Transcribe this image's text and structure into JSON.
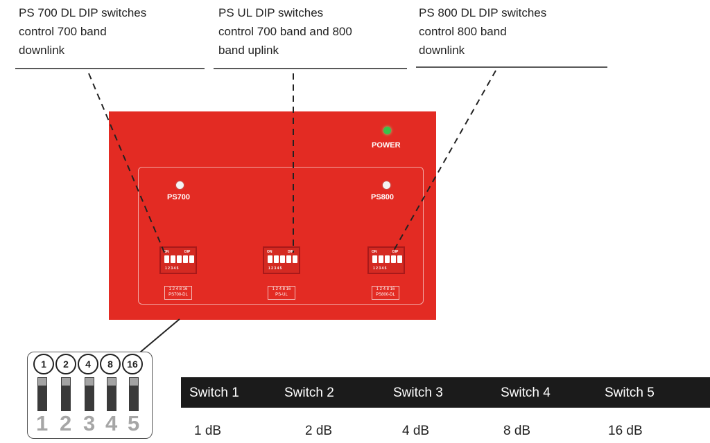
{
  "callouts": {
    "ps700": {
      "line1": "PS 700 DL DIP switches",
      "line2": "control 700 band",
      "line3": "downlink"
    },
    "psul": {
      "line1": "PS UL DIP switches",
      "line2": "control 700 band and 800",
      "line3": "band uplink"
    },
    "ps800": {
      "line1": "PS 800 DL DIP switches",
      "line2": "control 800 band",
      "line3": "downlink"
    }
  },
  "panel": {
    "power_label": "POWER",
    "ps700_label": "PS700",
    "ps800_label": "PS800",
    "dip_on": "ON",
    "dip_dip": "DIP",
    "dip_nums": "1 2 3 4 5",
    "tag_nums": "1 2 4 8 16",
    "tag_ps700": "PS700-DL",
    "tag_psul": "PS-UL",
    "tag_ps800": "PS800-DL",
    "colors": {
      "panel": "#e32b23",
      "power_led": "#39c24a"
    }
  },
  "zoom": {
    "circle_values": [
      "1",
      "2",
      "4",
      "8",
      "16"
    ],
    "switch_numbers": [
      "1",
      "2",
      "3",
      "4",
      "5"
    ]
  },
  "table": {
    "headers": [
      "Switch 1",
      "Switch 2",
      "Switch 3",
      "Switch 4",
      "Switch 5"
    ],
    "values": [
      "1 dB",
      "2 dB",
      "4 dB",
      "8 dB",
      "16 dB"
    ]
  }
}
